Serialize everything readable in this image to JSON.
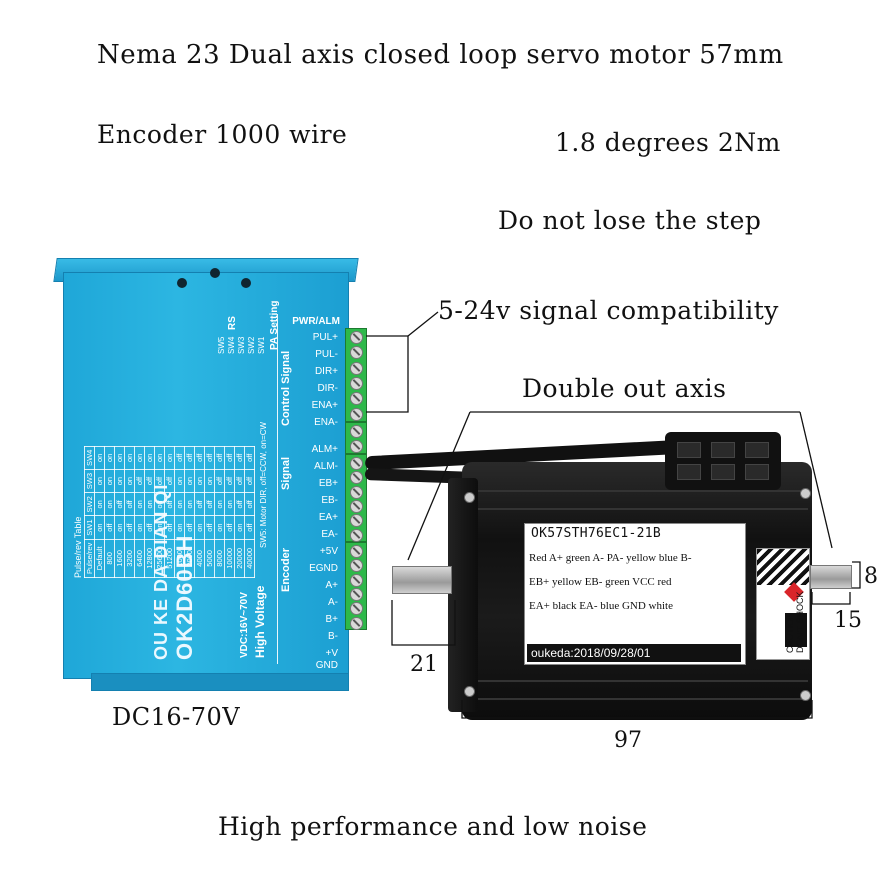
{
  "captions": {
    "title": "Nema 23 Dual axis closed loop servo motor 57mm",
    "encoder": "Encoder 1000 wire",
    "step": "1.8 degrees 2Nm",
    "no_lose": "Do not lose the step",
    "signal": "5-24v signal compatibility",
    "double_axis": "Double out axis",
    "voltage": "DC16-70V",
    "performance": "High performance and low noise"
  },
  "dimensions": {
    "shaft_front": "21",
    "body_length": "97",
    "rear_shaft_dia": "8",
    "rear_shaft_len": "15"
  },
  "driver": {
    "brand": "OU KE DA DIAN QI",
    "model": "OK2D60BH",
    "vdc": "VDC:16V~70V",
    "high_voltage": "High Voltage",
    "rs": "RS",
    "pa_setting": "PA Setting",
    "sw_note": "SW5: Motor DIR, off=CCW, on=CW",
    "table_title": "Pulse/rev Table",
    "sw_labels": [
      "SW5",
      "SW4",
      "SW3",
      "SW2",
      "SW1"
    ],
    "pwr_alm": "PWR/ALM",
    "groups": {
      "control": "Control Signal",
      "signal": "Signal",
      "encoder": "Encoder"
    },
    "terminals": [
      "PUL+",
      "PUL-",
      "DIR+",
      "DIR-",
      "ENA+",
      "ENA-",
      "ALM+",
      "ALM-",
      "EB+",
      "EB-",
      "EA+",
      "EA-",
      "+5V",
      "EGND",
      "A+",
      "A-",
      "B+",
      "B-",
      "+V",
      "GND"
    ],
    "table_header": [
      "Pulse/rev",
      "SW1",
      "SW2",
      "SW3",
      "SW4"
    ],
    "table_rows": [
      [
        "Default",
        "on",
        "on",
        "on",
        "on"
      ],
      [
        "800",
        "off",
        "on",
        "on",
        "on"
      ],
      [
        "1600",
        "on",
        "off",
        "on",
        "on"
      ],
      [
        "3200",
        "off",
        "off",
        "on",
        "on"
      ],
      [
        "6400",
        "on",
        "on",
        "off",
        "on"
      ],
      [
        "12800",
        "off",
        "on",
        "off",
        "on"
      ],
      [
        "25600",
        "on",
        "off",
        "off",
        "on"
      ],
      [
        "51200",
        "off",
        "off",
        "off",
        "on"
      ],
      [
        "1000",
        "on",
        "on",
        "on",
        "off"
      ],
      [
        "2000",
        "off",
        "on",
        "on",
        "off"
      ],
      [
        "4000",
        "on",
        "off",
        "on",
        "off"
      ],
      [
        "5000",
        "off",
        "off",
        "on",
        "off"
      ],
      [
        "8000",
        "on",
        "on",
        "off",
        "off"
      ],
      [
        "10000",
        "off",
        "on",
        "off",
        "off"
      ],
      [
        "20000",
        "on",
        "off",
        "off",
        "off"
      ],
      [
        "40000",
        "off",
        "off",
        "off",
        "off"
      ]
    ]
  },
  "motor": {
    "model": "OK57STH76EC1-21B",
    "wiring": [
      "Red A+ green A- PA- yellow blue B-",
      "EB+ yellow EB- green VCC red",
      "EA+ black  EA- blue GND white"
    ],
    "footer": "oukeda:2018/09/28/01",
    "caution": "CAUTION",
    "dont_shock": "DON'T SHOCK"
  },
  "colors": {
    "driver_blue": "#2cb6e2",
    "terminal_green": "#2eb84a",
    "motor_black": "#111111"
  }
}
